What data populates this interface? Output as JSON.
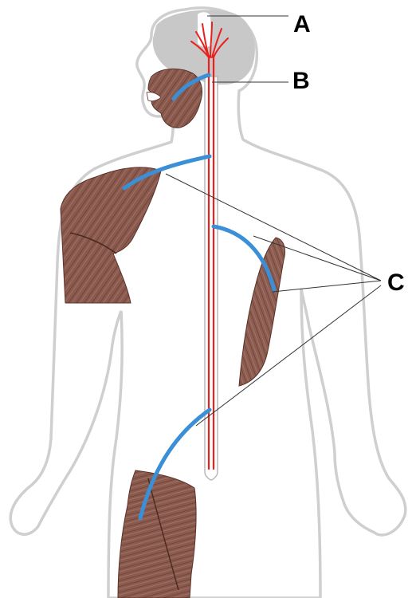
{
  "labels": {
    "a": "A",
    "b": "B",
    "c": "C"
  },
  "colors": {
    "body_outline": "#cfcfcf",
    "brain_fill": "#c8c8c8",
    "muscle_fill": "#8a5a4e",
    "muscle_fiber": "#5a3128",
    "spinal_cord": "#e8211f",
    "nerve": "#3b8fd6",
    "leader_line": "#333333",
    "label_text": "#000000"
  }
}
